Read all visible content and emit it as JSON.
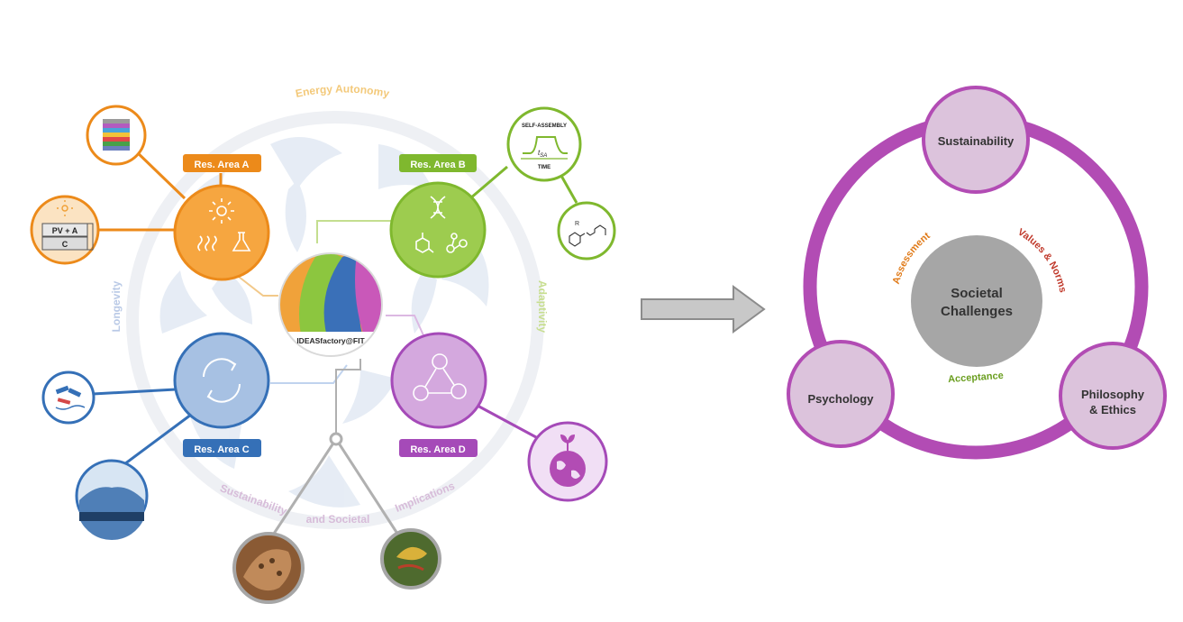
{
  "colors": {
    "orange": "#ec8a1a",
    "orange_light": "#f6a640",
    "green": "#7fb82e",
    "green_light": "#9dcc4f",
    "blue": "#3570b7",
    "blue_light": "#a7c1e3",
    "purple": "#a54ab8",
    "purple_light": "#d4a8de",
    "grey": "#a6a6a6",
    "magenta": "#b24cb4",
    "node_fill": "#dcc3dc",
    "center_fill": "#a6a6a6"
  },
  "left_diagram": {
    "ring_labels": {
      "top": "Energy Autonomy",
      "left": "Longevity",
      "right": "Adaptivity",
      "bottom_1": "Sustainability",
      "bottom_2": "and Societal",
      "bottom_3": "Implications"
    },
    "research_areas": {
      "a": "Res. Area A",
      "b": "Res. Area B",
      "c": "Res. Area C",
      "d": "Res. Area D"
    },
    "center_logo": "IDEASfactory@FIT",
    "pv_labels": {
      "top": "PV + A",
      "bottom": "C"
    },
    "self_assembly": {
      "title": "SELF-ASSEMBLY",
      "symbol": "t",
      "subscript": "SA",
      "axis": "TIME"
    },
    "molecule_label": "R"
  },
  "arrow": {
    "icon": "right-arrow-icon"
  },
  "right_diagram": {
    "center_line1": "Societal",
    "center_line2": "Challenges",
    "nodes": {
      "top": "Sustainability",
      "left": "Psychology",
      "right_line1": "Philosophy",
      "right_line2": "& Ethics"
    },
    "arc_labels": {
      "assessment": "Assessment",
      "values": "Values & Norms",
      "acceptance": "Acceptance"
    },
    "label_colors": {
      "assessment": "#e07b1a",
      "values": "#c0392b",
      "acceptance": "#6a9e1f"
    }
  }
}
